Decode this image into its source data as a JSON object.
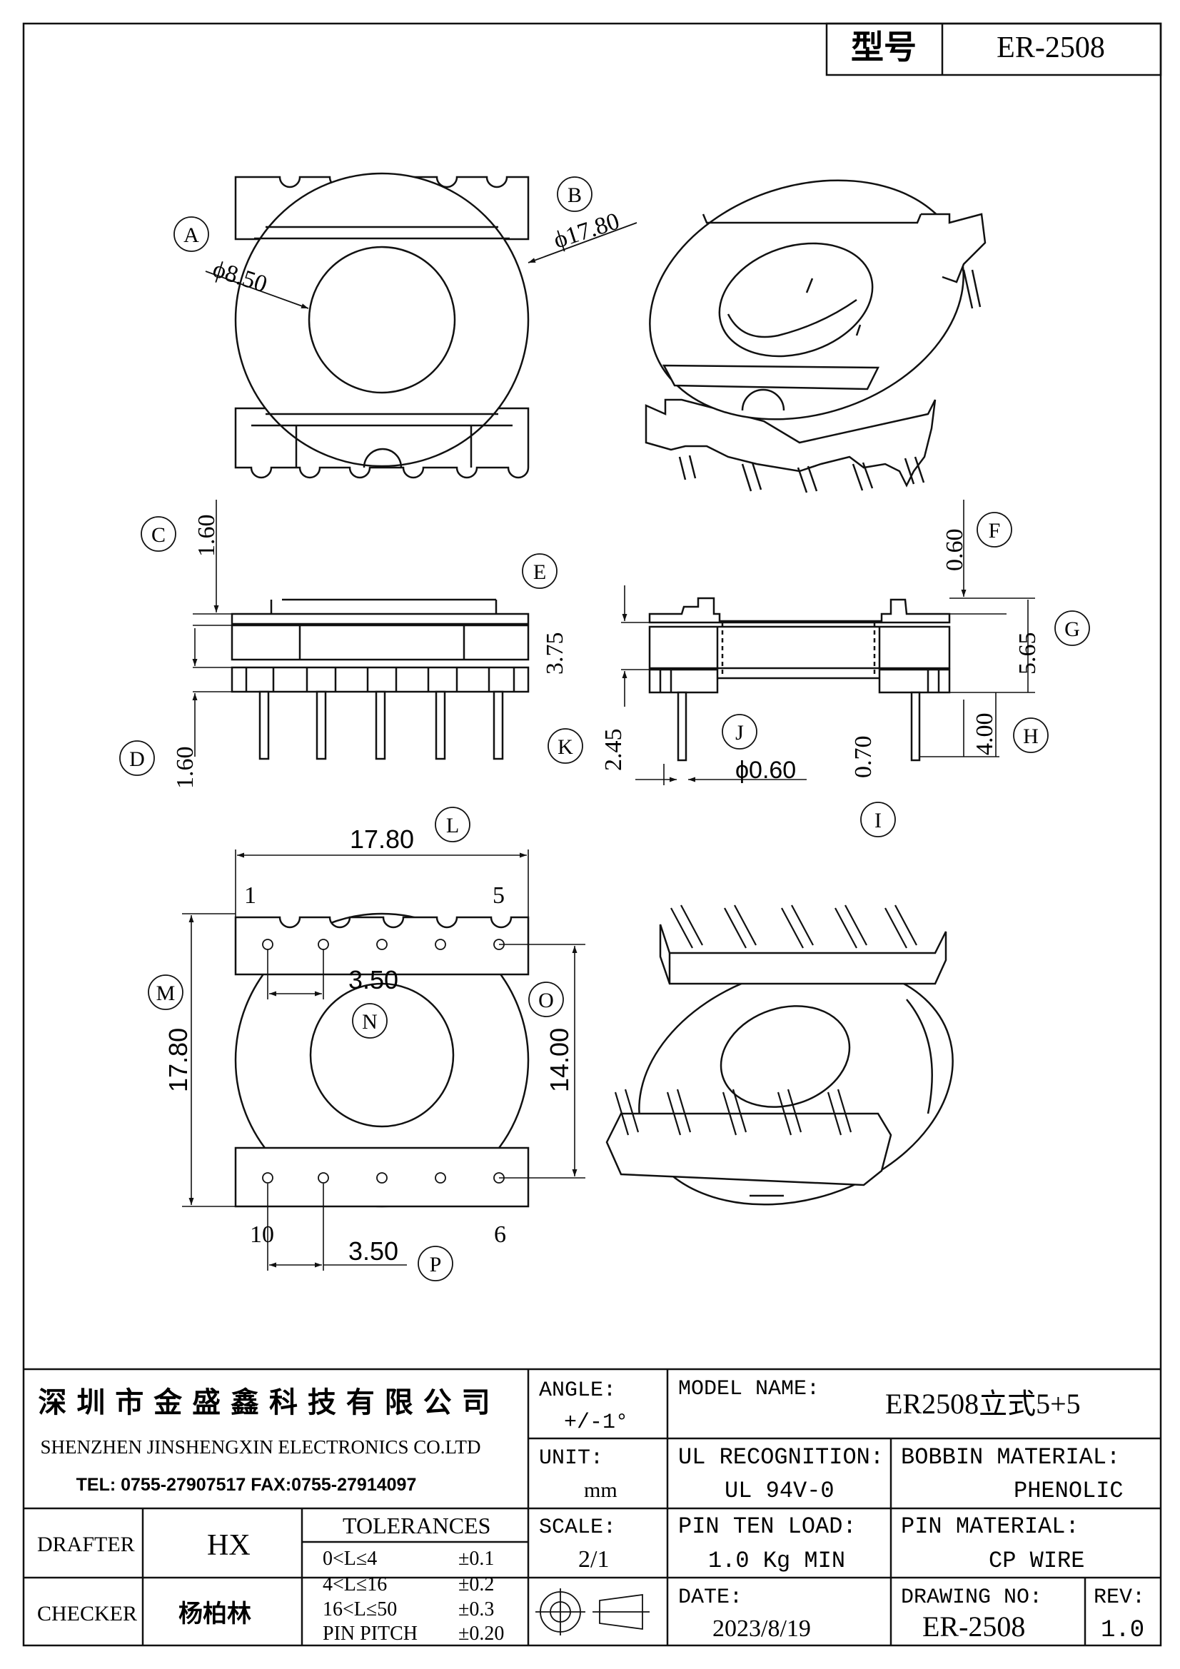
{
  "header": {
    "type_label": "型号",
    "type_value": "ER-2508"
  },
  "dimensions": {
    "A": "A",
    "B": "B",
    "C": "C",
    "D": "D",
    "E": "E",
    "F": "F",
    "G": "G",
    "H": "H",
    "I": "I",
    "J": "J",
    "K": "K",
    "L": "L",
    "M": "M",
    "N": "N",
    "O": "O",
    "P": "P",
    "dia_inner": "ϕ8.50",
    "dia_outer": "ϕ17.80",
    "c_val": "1.60",
    "d_val": "1.60",
    "e_val": "3.75",
    "f_val": "0.60",
    "g_val": "5.65",
    "h_val": "4.00",
    "k_val": "2.45",
    "i_val": "0.70",
    "j_val": "ϕ0.60",
    "l_val": "17.80",
    "m_val": "17.80",
    "n_val": "3.50",
    "o_val": "14.00",
    "p_val": "3.50",
    "pin1": "1",
    "pin5": "5",
    "pin6": "6",
    "pin10": "10"
  },
  "title_block": {
    "company_cn": "深 圳 市 金 盛 鑫 科 技 有 限 公 司",
    "company_en": "SHENZHEN JINSHENGXIN ELECTRONICS CO.LTD",
    "contact": "TEL: 0755-27907517  FAX:0755-27914097",
    "angle_label": "ANGLE:",
    "angle_value": "+/-1°",
    "model_label": "MODEL NAME:",
    "model_value": "ER2508立式5+5",
    "unit_label": "UNIT:",
    "unit_value": "mm",
    "ul_label": "UL RECOGNITION:",
    "ul_value": "UL 94V-0",
    "bobbin_label": "BOBBIN MATERIAL:",
    "bobbin_value": "PHENOLIC",
    "drafter_label": "DRAFTER",
    "drafter_value": "HX",
    "tolerances_label": "TOLERANCES",
    "tolerances": [
      {
        "range": "0<L≤4",
        "value": "±0.1"
      },
      {
        "range": "4<L≤16",
        "value": "±0.2"
      },
      {
        "range": "16<L≤50",
        "value": "±0.3"
      },
      {
        "range": "PIN PITCH",
        "value": "±0.20"
      }
    ],
    "scale_label": "SCALE:",
    "scale_value": "2/1",
    "pin_load_label": "PIN TEN LOAD:",
    "pin_load_value": "1.0 Kg MIN",
    "pin_material_label": "PIN MATERIAL:",
    "pin_material_value": "CP WIRE",
    "checker_label": "CHECKER",
    "checker_value": "杨柏林",
    "date_label": "DATE:",
    "date_value": "2023/8/19",
    "drawing_no_label": "DRAWING NO:",
    "drawing_no_value": "ER-2508",
    "rev_label": "REV:",
    "rev_value": "1.0"
  }
}
